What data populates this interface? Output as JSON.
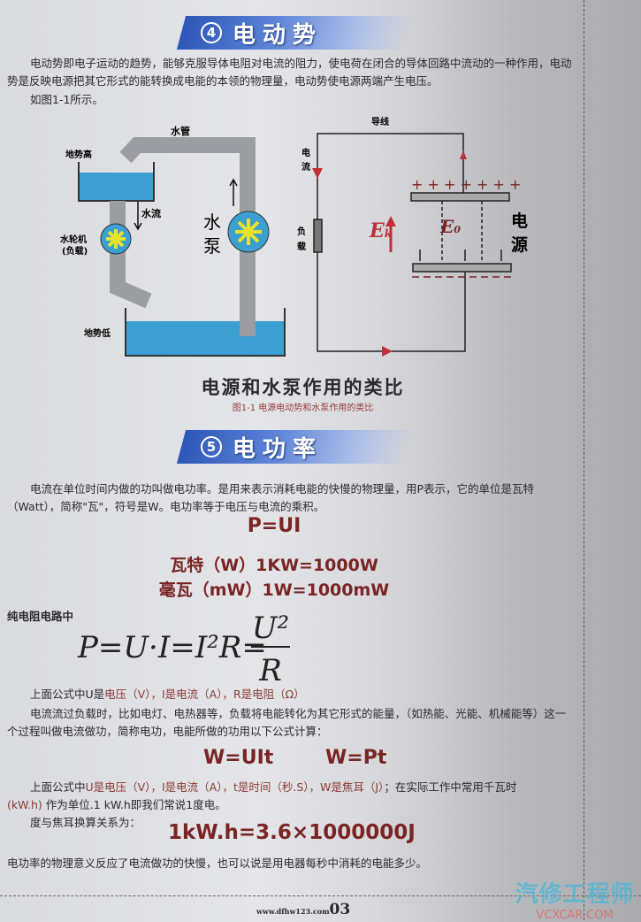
{
  "section4": {
    "number": "4",
    "title": "电动势",
    "para1": "电动势即电子运动的趋势，能够克服导体电阻对电流的阻力，使电荷在闭合的导体回路中流动的一种作用，电动势是反映电源把其它形式的能转换成电能的本领的物理量，电动势使电源两端产生电压。",
    "para2": "如图1-1所示。"
  },
  "figure": {
    "labels": {
      "pipe": "水管",
      "high": "地势高",
      "flow": "水流",
      "turbine": "水轮机",
      "turbine_load": "(负载)",
      "pump1": "水",
      "pump2": "泵",
      "low": "地势低",
      "wire": "导线",
      "current1": "电",
      "current2": "流",
      "load1": "负",
      "load2": "载",
      "ek": "E",
      "ek_sub": "k",
      "e0": "E",
      "e0_sub": "0",
      "source1": "电",
      "source2": "源",
      "plus": "+ + + + + + +"
    },
    "title": "电源和水泵作用的类比",
    "caption": "图1-1  电源电动势和水泵作用的类比",
    "colors": {
      "water": "#3b9fd1",
      "pipe": "#9a9ea3",
      "arrow": "#c0303a"
    }
  },
  "section5": {
    "number": "5",
    "title": "电功率",
    "para1": "电流在单位时间内做的功叫做电功率。是用来表示消耗电能的快慢的物理量，用P表示，它的单位是瓦特（Watt），简称\"瓦\"，符号是W。电功率等于电压与电流的乘积。",
    "formula1": "P=UI",
    "formula2": "瓦特（W）1KW=1000W",
    "formula3": "毫瓦（mW）1W=1000mW",
    "pure_resistor": "纯电阻电路中",
    "math_left": "P=U·I=I²R=",
    "math_num": "U²",
    "math_den": "R",
    "expl1_a": "上面公式中U是",
    "expl1_b": "电压（V），I是电流（A），R是电阻（Ω）",
    "para2": "电流流过负载时，比如电灯、电热器等，负载将电能转化为其它形式的能量，（如热能、光能、机械能等）这一个过程叫做电流做功，简称电功，电能所做的功用以下公式计算：",
    "formula4": "W=UIt",
    "formula5": "W=Pt",
    "expl2_a": "上面公式中",
    "expl2_b": "U是电压（V），I是电流（A），t是时间（秒.S），W是焦耳（J）",
    "expl2_c": "；在实际工作中常用千瓦时",
    "expl2_d": "(kW.h)",
    "expl2_e": " 作为单位.1 kW.h即我们常说1度电。",
    "conv_label": "度与焦耳换算关系为：",
    "formula6": "1kW.h=3.6×1000000J",
    "para3": "电功率的物理意义反应了电流做功的快慢，也可以说是用电器每秒中消耗的电能多少。"
  },
  "footer": {
    "url": "www.dfhw123.com",
    "page": "03"
  },
  "watermark": {
    "cn": "汽修工程师",
    "en": "VCXCAR.COM"
  }
}
